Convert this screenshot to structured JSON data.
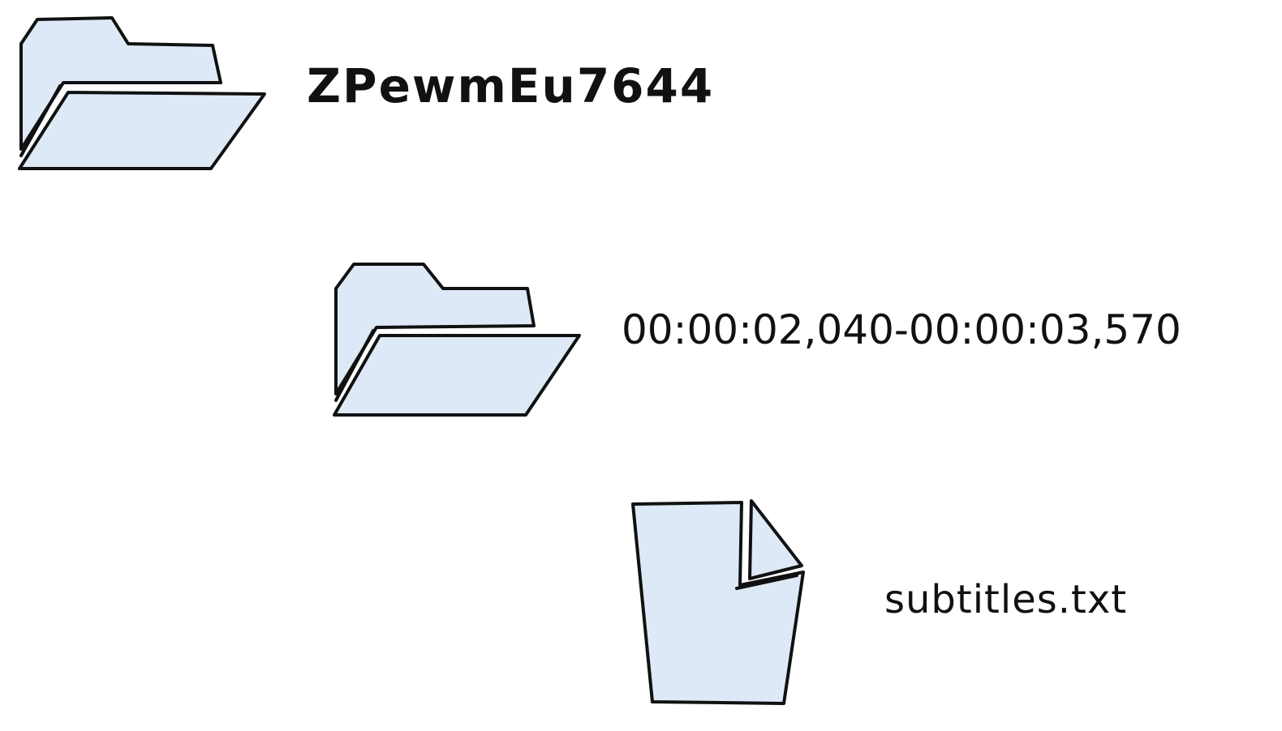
{
  "tree": {
    "root_folder": {
      "label": "ZPewmEu7644",
      "icon": "folder-open-icon"
    },
    "time_range_folder": {
      "label": "00:00:02,040-00:00:03,570",
      "icon": "folder-open-icon"
    },
    "file": {
      "label": "subtitles.txt",
      "icon": "file-icon"
    }
  },
  "colors": {
    "icon_fill": "#dde9f6",
    "stroke": "#111111",
    "text": "#111111",
    "background": "#ffffff"
  }
}
